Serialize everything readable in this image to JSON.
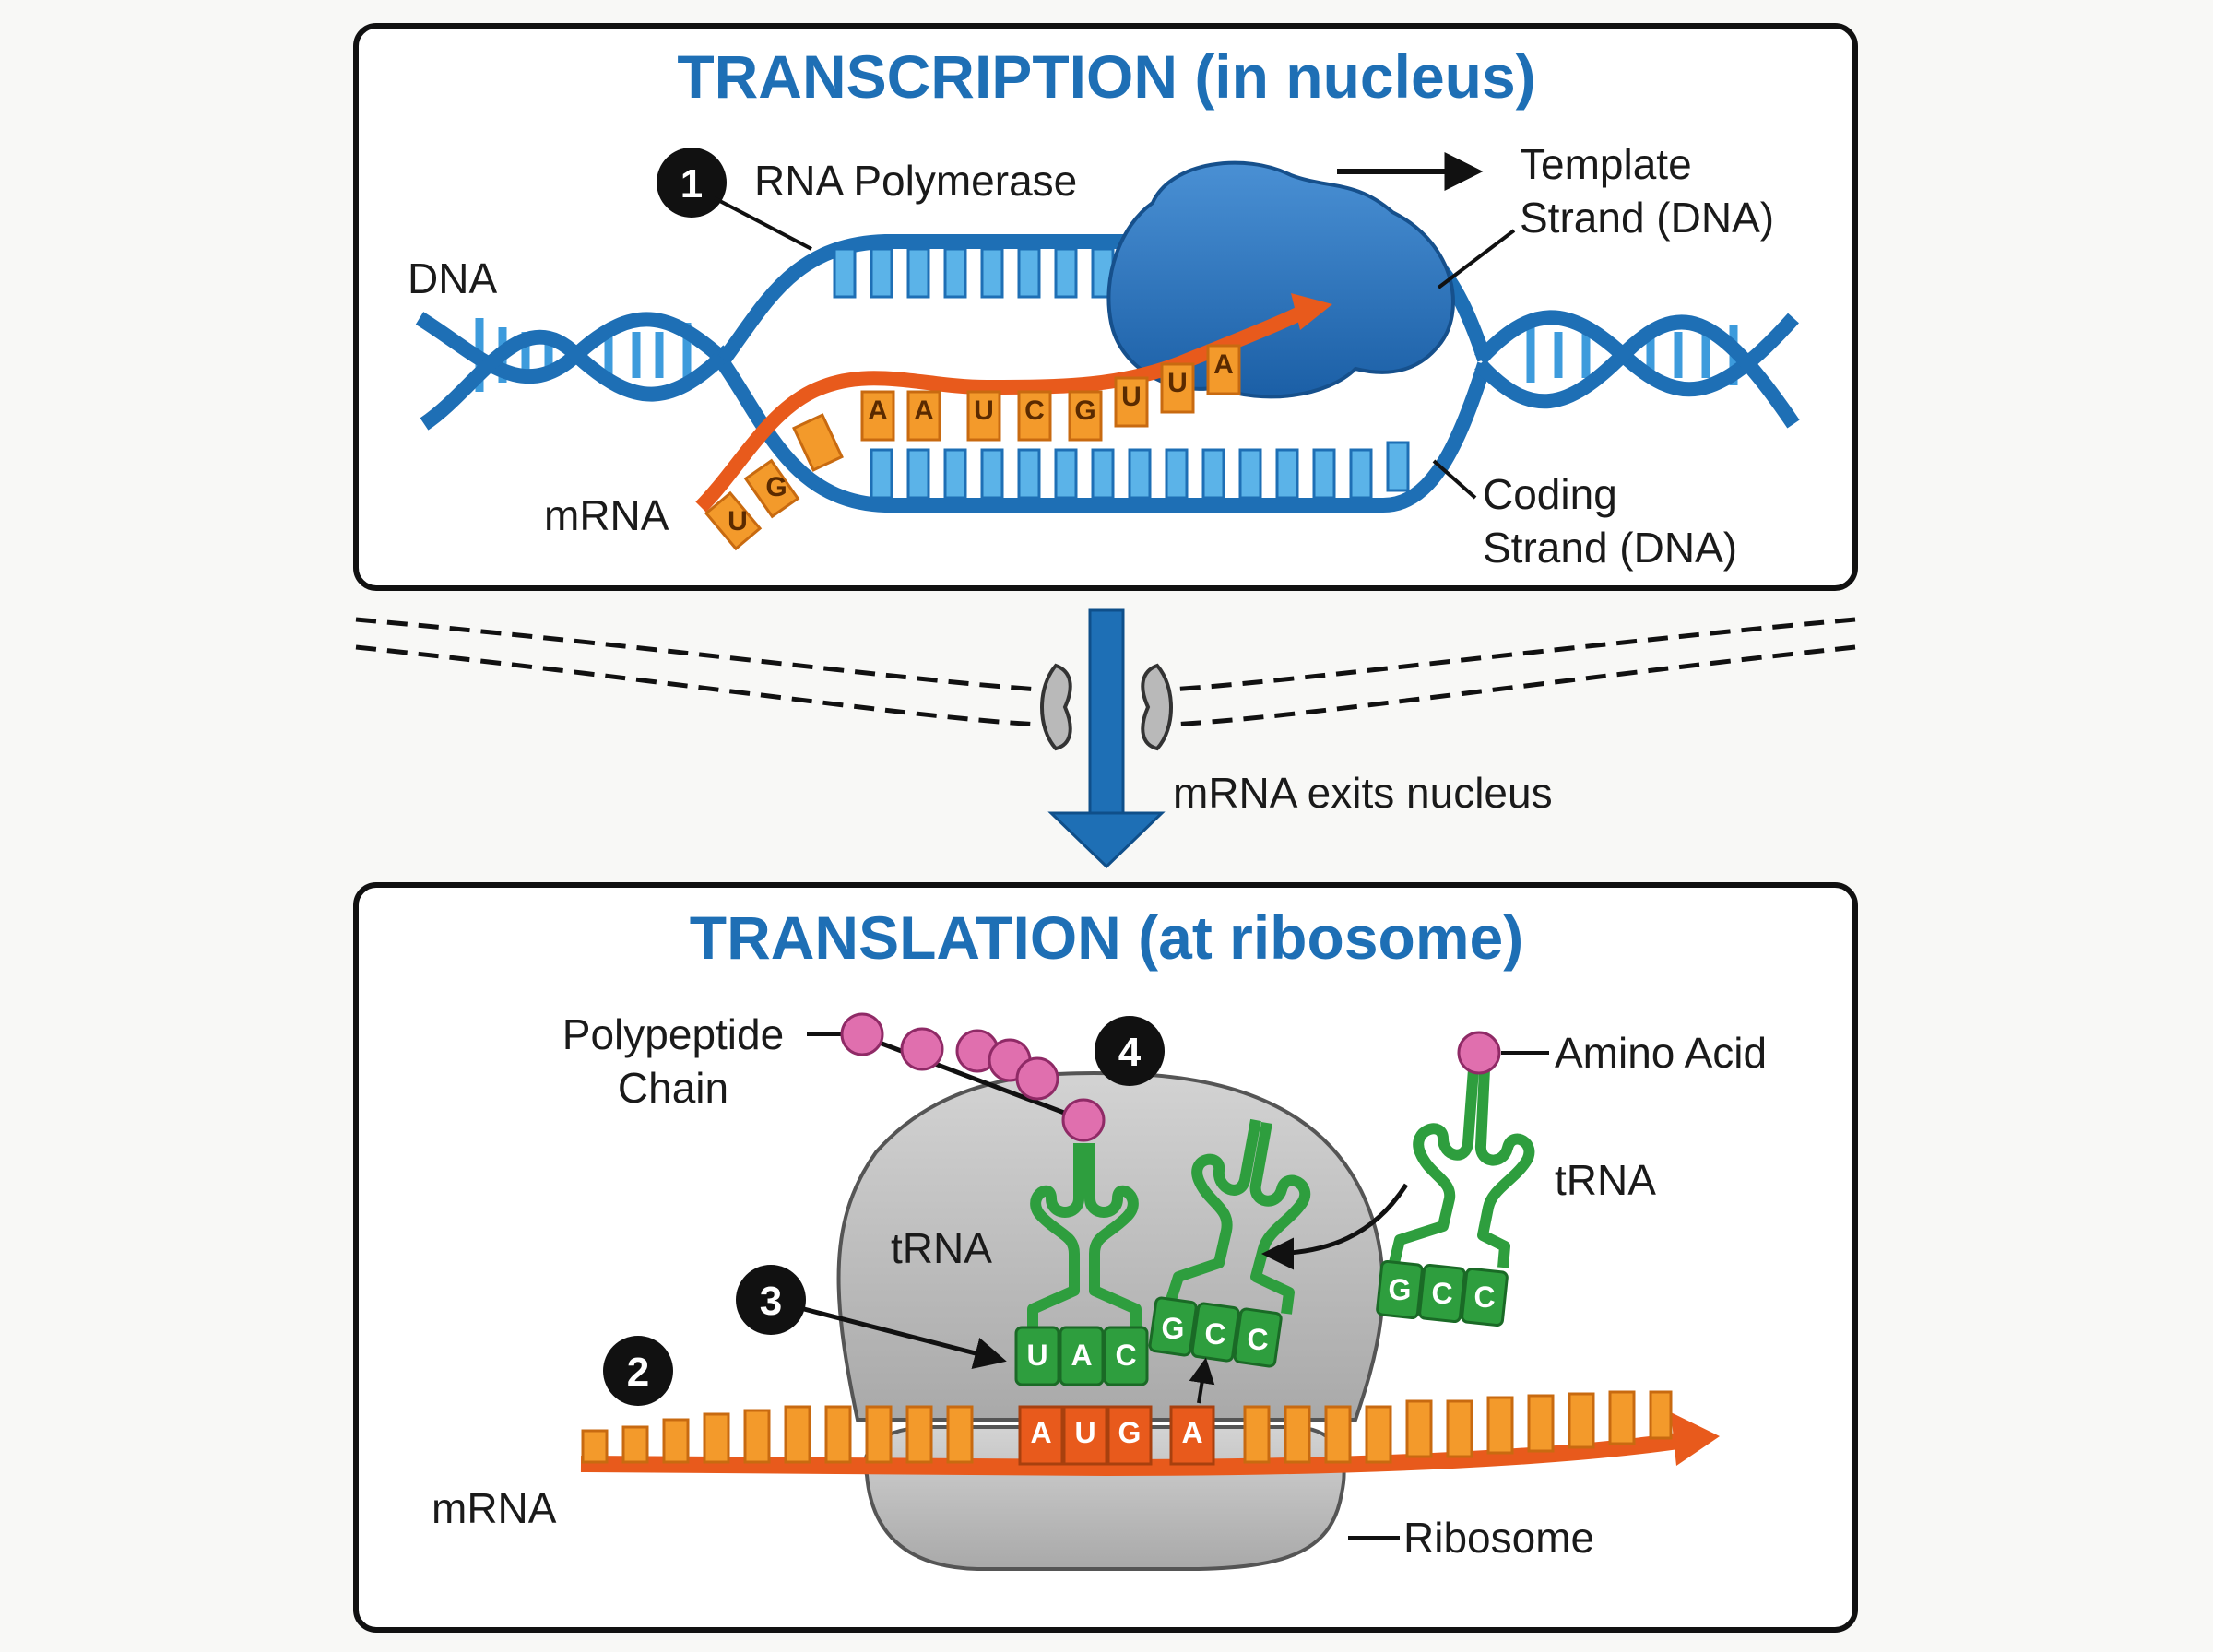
{
  "transcription": {
    "title": "TRANSCRIPTION (in nucleus)",
    "step": "1",
    "rna_polymerase": "RNA Polymerase",
    "dna": "DNA",
    "template_line1": "Template",
    "template_line2": "Strand (DNA)",
    "coding_line1": "Coding",
    "coding_line2": "Strand (DNA)",
    "mrna": "mRNA",
    "bases": [
      "U",
      "G",
      "A",
      "A",
      "U",
      "C",
      "G",
      "U",
      "U",
      "A"
    ]
  },
  "transport": {
    "label": "mRNA exits nucleus"
  },
  "translation": {
    "title": "TRANSLATION (at ribosome)",
    "step2": "2",
    "step3": "3",
    "step4": "4",
    "polypeptide_line1": "Polypeptide",
    "polypeptide_line2": "Chain",
    "amino_acid": "Amino Acid",
    "trna_left": "tRNA",
    "trna_right": "tRNA",
    "mrna": "mRNA",
    "ribosome": "Ribosome",
    "anticodon1": [
      "U",
      "A",
      "C"
    ],
    "anticodon2": [
      "G",
      "C",
      "C"
    ],
    "anticodon3": [
      "G",
      "C",
      "C"
    ],
    "codon": [
      "A",
      "U",
      "G",
      "A"
    ]
  },
  "colors": {
    "dna_blue": "#1e6fb5",
    "mrna_orange": "#f39a2b",
    "trna_green": "#2e9e3e",
    "amino_pink": "#e06fae",
    "ribosome_gray": "#b9b9b9"
  }
}
